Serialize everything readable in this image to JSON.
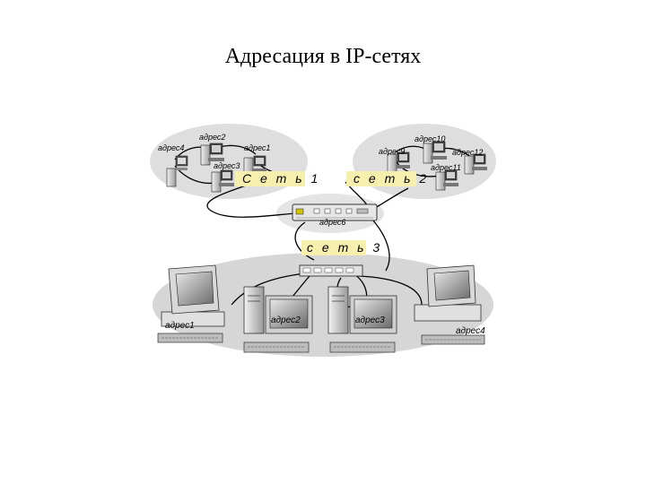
{
  "title": "Адресация в IP-сетях",
  "networks": {
    "net1": "С е т ь 1",
    "net2": "с е т ь 2",
    "net3": "с е т ь 3"
  },
  "addresses": {
    "n1_a1": "адрес1",
    "n1_a2": "адрес2",
    "n1_a3": "адрес3",
    "n1_a4": "адрес4",
    "router": "адрес6",
    "n2_a9": "адрес9",
    "n2_a10": "адрес10",
    "n2_a11": "адрес11",
    "n2_a12": "адрес12",
    "n3_a1": "адрес1",
    "n3_a2": "адрес2",
    "n3_a3": "адрес3",
    "n3_a4": "адрес4"
  }
}
